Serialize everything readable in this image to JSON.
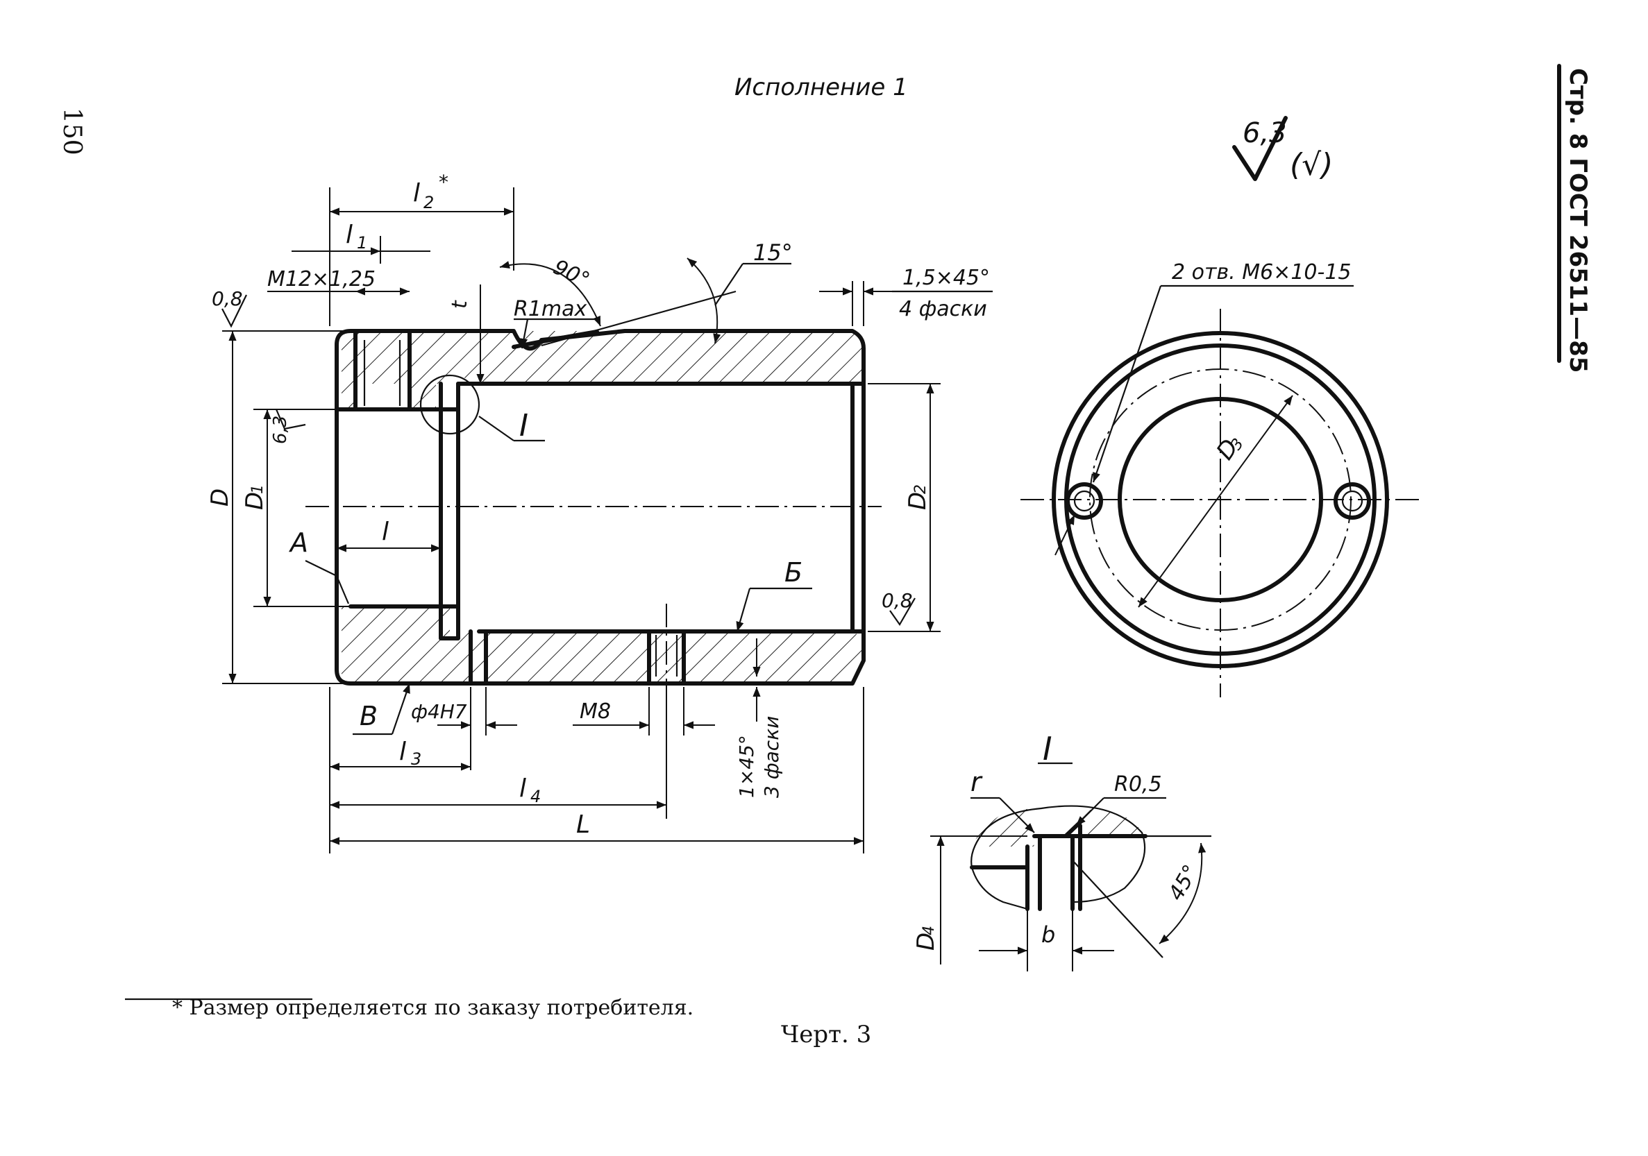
{
  "page_number": "150",
  "header": {
    "variant_title": "Исполнение 1",
    "side_header": "Стр. 8 ГОСТ 26511—85"
  },
  "roughness": {
    "general_value": "6,3",
    "general_suffix": "(√)",
    "surface_08_a": "0,8",
    "surface_08_b": "0,8",
    "surface_63": "6,3"
  },
  "dimensions": {
    "l2": "l",
    "l2_sub": "2",
    "l2_star": "*",
    "l1": "l",
    "l1_sub": "1",
    "thread_main": "M12×1,25",
    "angle_90": "90°",
    "t": "t",
    "r1max": "R1max",
    "angle_15": "15°",
    "chamfer_15": "1,5×45°",
    "chamfer_15_count": "4 фаски",
    "d_outer": "D",
    "d1": "D",
    "d1_sub": "1",
    "d2": "D",
    "d2_sub": "2",
    "d3": "D",
    "d3_sub": "3",
    "l": "l",
    "l3": "l",
    "l3_sub": "3",
    "l4": "l",
    "l4_sub": "4",
    "L": "L",
    "hole_pin": "ф4H7",
    "thread_m8": "M8",
    "chamfer_1": "1×45°",
    "chamfer_1_count": "3 фаски",
    "holes_label": "2 отв. M6×10-15",
    "detail_r": "r",
    "detail_r05": "R0,5",
    "detail_d4": "D",
    "detail_d4_sub": "4",
    "detail_b": "b",
    "detail_angle": "45°"
  },
  "labels": {
    "surface_a": "А",
    "surface_b": "Б",
    "surface_v": "В",
    "detail_ref": "I",
    "detail_title": "I"
  },
  "footnote": "* Размер определяется по заказу потребителя.",
  "figure_caption": "Черт. 3"
}
